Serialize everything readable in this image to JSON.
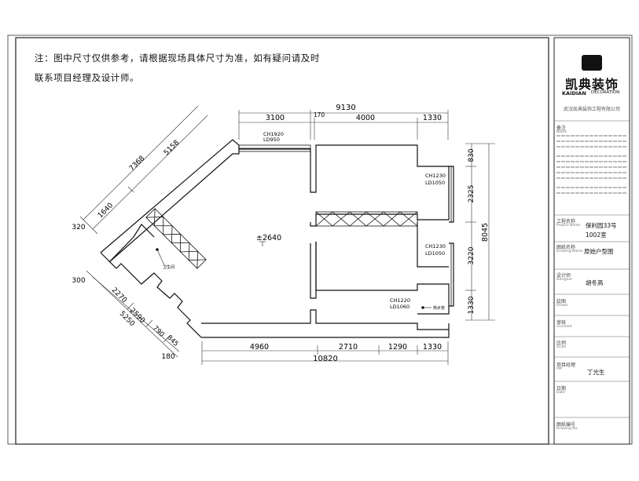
{
  "note": {
    "line1": "注：图中尺寸仅供参考，请根据现场具体尺寸为准，如有疑问请及时",
    "line2": "联系项目经理及设计师。"
  },
  "titleblock": {
    "logo_cn": "凯典装饰",
    "logo_en1": "KAIDIAN",
    "logo_en2": "DECORATION",
    "company": "武汉凯典装饰工程有限公司",
    "note_label": "备注",
    "note_sub": "Notes",
    "project_label": "工程名称",
    "project_sub": "Project Name",
    "project_value_1": "保利园33号",
    "project_value_2": "1002室",
    "drawing_label": "图纸名称",
    "drawing_sub": "Drawing Name",
    "drawing_value": "原始户型图",
    "designer_label": "设计师",
    "designer_sub": "Designer",
    "designer_value": "胡冬高",
    "drawn_label": "绘图",
    "drawn_sub": "Drawn",
    "checked_label": "审核",
    "checked_sub": "Checked",
    "scale_label": "比例",
    "scale_sub": "Scale",
    "pm_label": "项目经理",
    "pm_sub": "PM",
    "pm_value": "丁光生",
    "date_label": "日期",
    "date_sub": "Date",
    "no_label": "图纸编号",
    "no_sub": "Drawing No."
  },
  "plan": {
    "top_total": "9130",
    "top_dims": [
      "3100",
      "170",
      "4000",
      "1330"
    ],
    "bottom_total": "10820",
    "bottom_dims": [
      "4960",
      "2710",
      "1290",
      "1330"
    ],
    "right_dims": [
      "830",
      "2325",
      "3220",
      "1330"
    ],
    "right_total": "8045",
    "diag_dims": [
      "7368",
      "5158",
      "1640",
      "320",
      "300",
      "2270",
      "2590",
      "790",
      "845",
      "5250",
      "180"
    ],
    "elevation": "±2640",
    "win1": [
      "CH1920",
      "LD950"
    ],
    "win2": [
      "CH1230",
      "LD1050"
    ],
    "win3": [
      "CH1230",
      "LD1050"
    ],
    "win4": [
      "CH1220",
      "LD1060"
    ],
    "label_pipe": "热水管",
    "label_stair": "卫生间"
  }
}
